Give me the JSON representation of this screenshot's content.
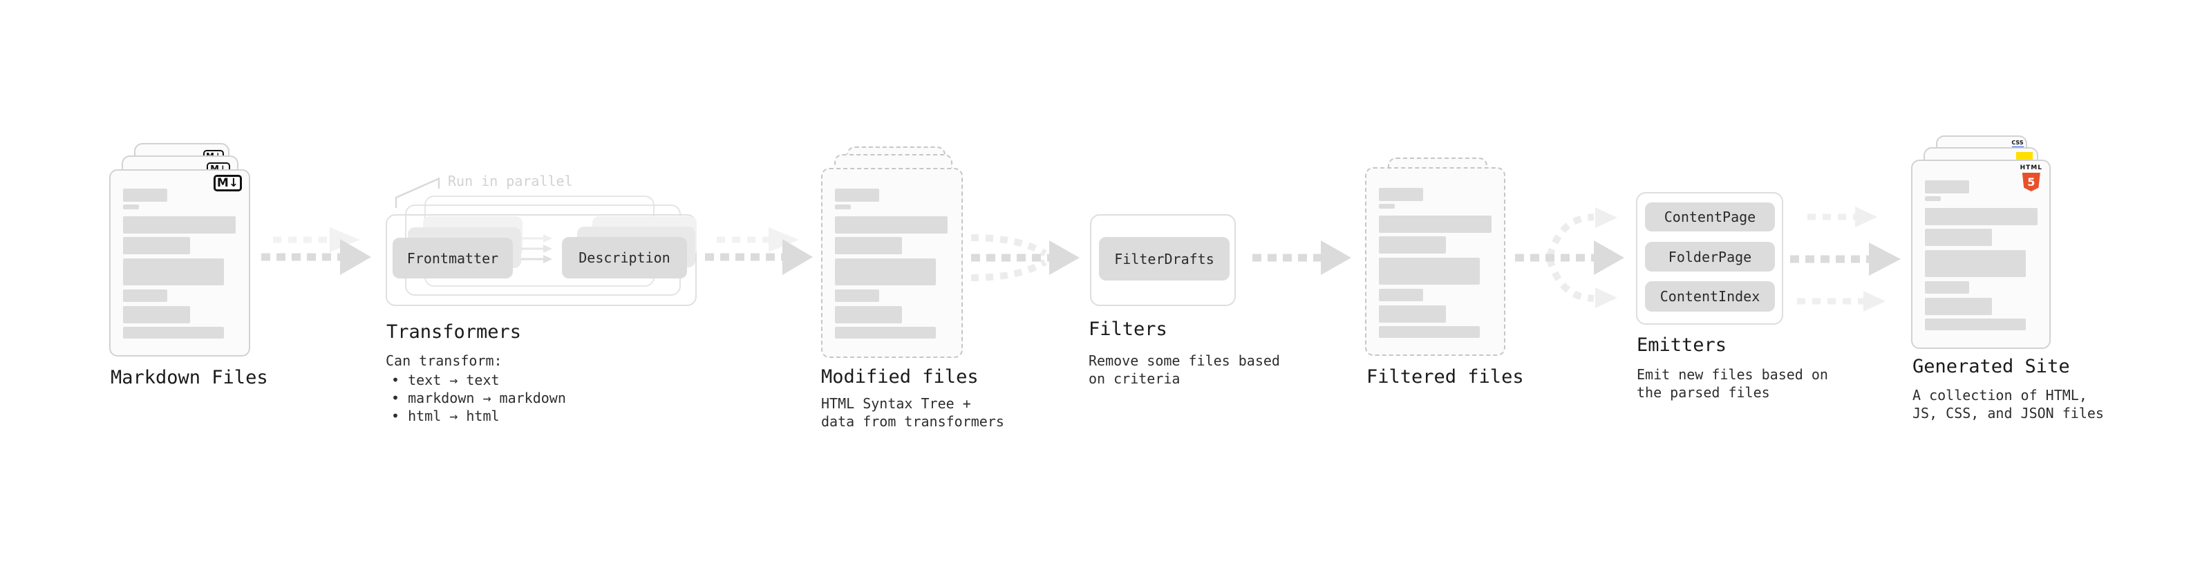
{
  "stages": {
    "markdown": {
      "title": "Markdown Files",
      "badge": "M↓"
    },
    "transformers": {
      "title": "Transformers",
      "note": "Run in parallel",
      "pill_left": "Frontmatter",
      "pill_right": "Description",
      "desc_heading": "Can transform:",
      "bullets": [
        "• text → text",
        "• markdown → markdown",
        "• html → html"
      ]
    },
    "modified": {
      "title": "Modified files",
      "desc_line1": "HTML Syntax Tree +",
      "desc_line2": "data from transformers"
    },
    "filters": {
      "title": "Filters",
      "pill": "FilterDrafts",
      "desc_line1": "Remove some files based",
      "desc_line2": "on criteria"
    },
    "filtered": {
      "title": "Filtered files"
    },
    "emitters": {
      "title": "Emitters",
      "pills": [
        "ContentPage",
        "FolderPage",
        "ContentIndex"
      ],
      "desc_line1": "Emit new files based on",
      "desc_line2": "the parsed files"
    },
    "generated": {
      "title": "Generated Site",
      "desc_line1": "A collection of HTML,",
      "desc_line2": "JS, CSS, and JSON files",
      "badge_css": "CSS",
      "badge_html_label": "HTML",
      "badge_html_number": "5"
    }
  },
  "colors": {
    "arrow_main": "#dbdbdb",
    "arrow_ghost": "#f2f2f2",
    "arrow_branch": "#ececec",
    "accent_html5": "#e8502b",
    "accent_js": "#ffdf00",
    "accent_css": "#2b63f6"
  }
}
